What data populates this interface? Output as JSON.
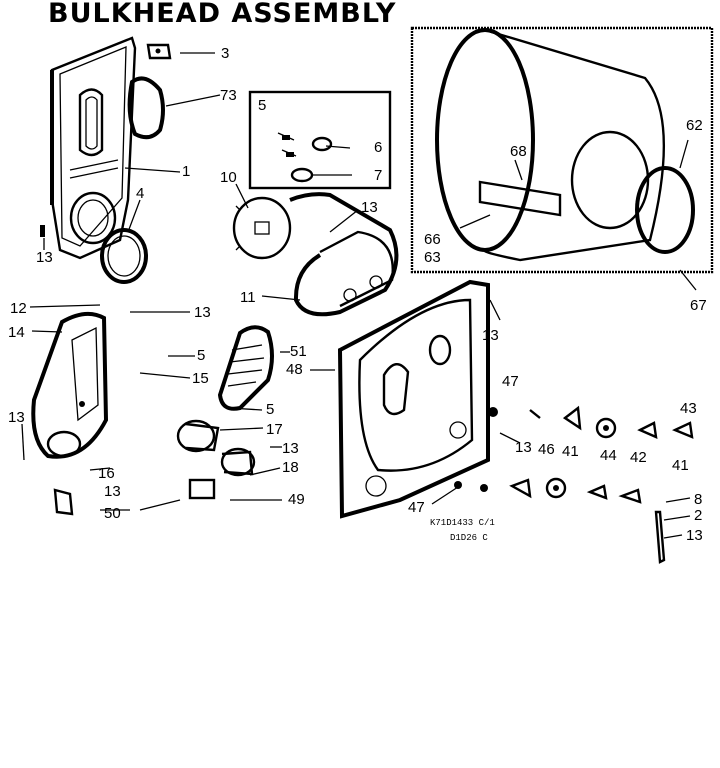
{
  "title": "BULKHEAD ASSEMBLY",
  "footer_code_1": "K71D1433 C/1",
  "footer_code_2": "D1D26 C",
  "callouts": [
    {
      "id": "c3",
      "text": "3"
    },
    {
      "id": "c73",
      "text": "73"
    },
    {
      "id": "c1",
      "text": "1"
    },
    {
      "id": "c4",
      "text": "4"
    },
    {
      "id": "c13a",
      "text": "13"
    },
    {
      "id": "c5a",
      "text": "5"
    },
    {
      "id": "c6",
      "text": "6"
    },
    {
      "id": "c7",
      "text": "7"
    },
    {
      "id": "c10",
      "text": "10"
    },
    {
      "id": "c13b",
      "text": "13"
    },
    {
      "id": "c11",
      "text": "11"
    },
    {
      "id": "c12",
      "text": "12"
    },
    {
      "id": "c13c",
      "text": "13"
    },
    {
      "id": "c14",
      "text": "14"
    },
    {
      "id": "c5b",
      "text": "5"
    },
    {
      "id": "c15",
      "text": "15"
    },
    {
      "id": "c51",
      "text": "51"
    },
    {
      "id": "c5c",
      "text": "5"
    },
    {
      "id": "c13d",
      "text": "13"
    },
    {
      "id": "c17",
      "text": "17"
    },
    {
      "id": "c13e",
      "text": "13"
    },
    {
      "id": "c16",
      "text": "16"
    },
    {
      "id": "c18",
      "text": "18"
    },
    {
      "id": "c13f",
      "text": "13"
    },
    {
      "id": "c50",
      "text": "50"
    },
    {
      "id": "c49",
      "text": "49"
    },
    {
      "id": "c48",
      "text": "48"
    },
    {
      "id": "c13g",
      "text": "13"
    },
    {
      "id": "c47a",
      "text": "47"
    },
    {
      "id": "c13h",
      "text": "13"
    },
    {
      "id": "c46",
      "text": "46"
    },
    {
      "id": "c41a",
      "text": "41"
    },
    {
      "id": "c44",
      "text": "44"
    },
    {
      "id": "c42",
      "text": "42"
    },
    {
      "id": "c43",
      "text": "43"
    },
    {
      "id": "c41b",
      "text": "41"
    },
    {
      "id": "c47b",
      "text": "47"
    },
    {
      "id": "c68",
      "text": "68"
    },
    {
      "id": "c62",
      "text": "62"
    },
    {
      "id": "c66",
      "text": "66"
    },
    {
      "id": "c63",
      "text": "63"
    },
    {
      "id": "c67",
      "text": "67"
    },
    {
      "id": "c8",
      "text": "8"
    },
    {
      "id": "c2",
      "text": "2"
    },
    {
      "id": "c13i",
      "text": "13"
    }
  ]
}
